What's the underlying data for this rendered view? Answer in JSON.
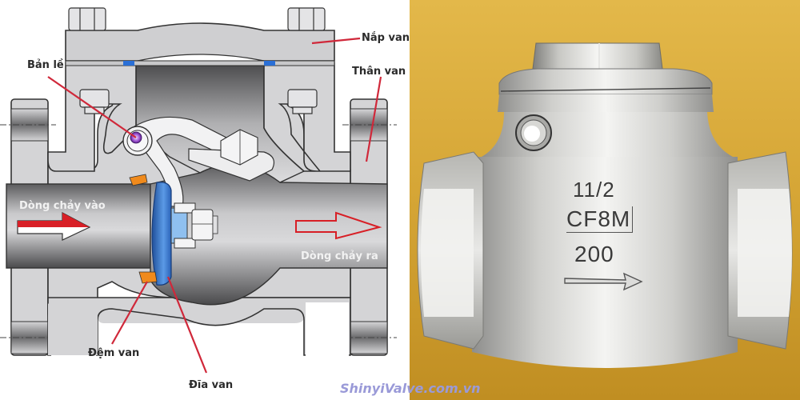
{
  "diagram": {
    "labels": {
      "bonnet": "Nắp van",
      "hinge": "Bản lề",
      "body": "Thân van",
      "flow_in": "Dòng chảy vào",
      "flow_out": "Dòng chảy ra",
      "seat": "Đệm van",
      "disc": "Đĩa van"
    },
    "colors": {
      "body_fill": "#d4d4d6",
      "outline": "#3a3a3a",
      "leader_line": "#d0283a",
      "gasket_blue": "#2a6fd6",
      "disc_blue": "#3f7fd0",
      "seat_orange": "#f08a1c",
      "hinge_pin": "#8a3ab8",
      "arrow_red": "#d81f26"
    }
  },
  "photo": {
    "markings": {
      "size": "11/2",
      "material": "CF8M",
      "pressure": "200"
    },
    "flow_arrow": "right",
    "background_color": "#c99a2a"
  },
  "watermark": "ShinyiValve.com.vn"
}
